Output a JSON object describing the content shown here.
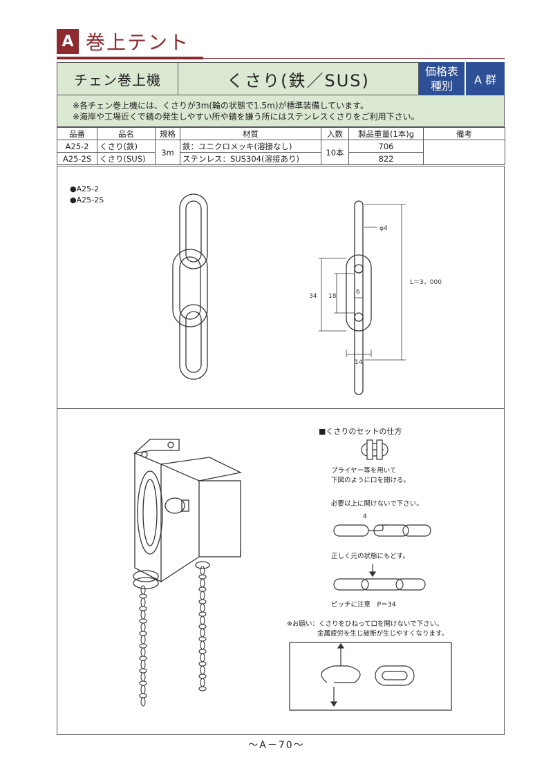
{
  "section": {
    "letter": "A",
    "title": "巻上テント"
  },
  "header": {
    "category": "チェン巻上機",
    "product": "くさり(鉄／SUS)",
    "price_table_line1": "価格表",
    "price_table_line2": "種別",
    "group": "A 群"
  },
  "note": {
    "line1": "※各チェン巻上機には、くさりが3m(輪の状態で1.5m)が標準装備しています。",
    "line2": "※海岸や工場近くで錆の発生しやすい所や錆を嫌う所にはステンレスくさりをご利用下さい。"
  },
  "table": {
    "headers": [
      "品番",
      "品名",
      "規格",
      "材質",
      "入数",
      "製品重量(1本)g",
      "備考"
    ],
    "rows": [
      {
        "code": "A25-2",
        "name": "くさり(鉄)",
        "material": "鉄：ユニクロメッキ(溶接なし)",
        "weight": "706"
      },
      {
        "code": "A25-2S",
        "name": "くさり(SUS)",
        "material": "ステンレス：SUS304(溶接あり)",
        "weight": "822"
      }
    ],
    "spec_shared": "3m",
    "qty_shared": "10本"
  },
  "drawing1": {
    "codes": [
      "●A25-2",
      "●A25-2S"
    ],
    "dim_phi": "φ4",
    "dim_34": "34",
    "dim_18": "18",
    "dim_6": "6",
    "dim_14": "14",
    "dim_length": "L＝3，000"
  },
  "drawing2": {
    "heading": "■くさりのセットの仕方",
    "step1_line1": "プライヤー等を用いて",
    "step1_line2": "下図のように口を開ける。",
    "step2": "必要以上に開けないで下さい。",
    "step2_dim": "4",
    "step3": "正しく元の状態にもどす。",
    "step4": "ピッチに注意　P＝34",
    "warning_line1": "※お願い：くさりをひねって口を開けないで下さい。",
    "warning_line2": "金属疲労を生じ破断が生じやすくなります。"
  },
  "page_number": "～A－70～",
  "colors": {
    "accent": "#8c2a2f",
    "header_green": "#dbe8d2",
    "badge_blue": "#2d4f95"
  }
}
